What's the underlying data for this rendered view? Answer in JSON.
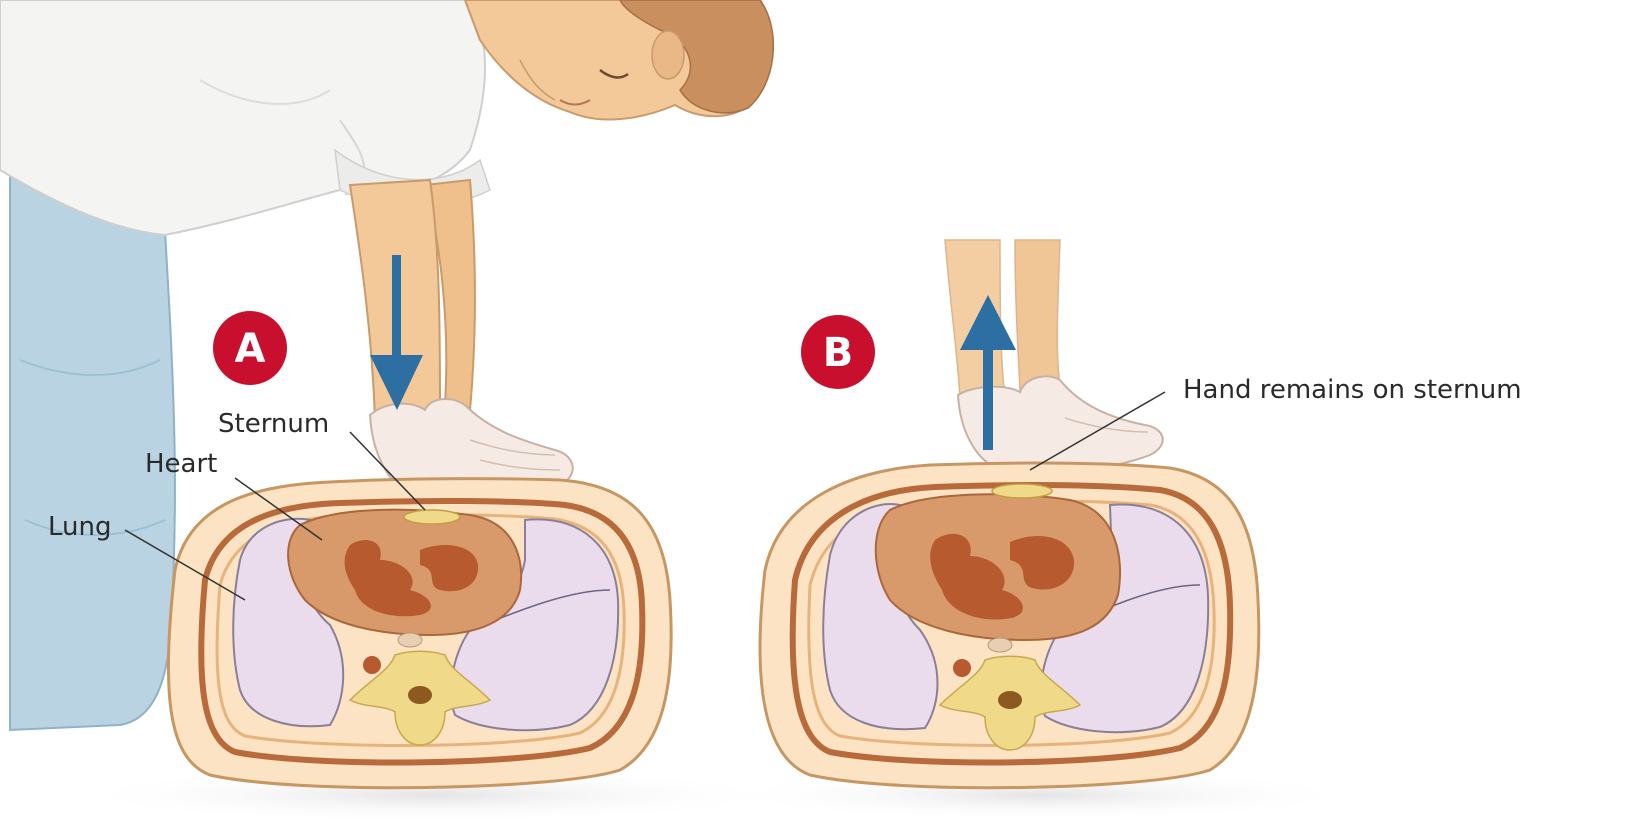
{
  "panels": [
    {
      "badge": "A"
    },
    {
      "badge": "B"
    }
  ],
  "labels": {
    "sternum": "Sternum",
    "heart": "Heart",
    "lung": "Lung",
    "hand_remains": "Hand remains on sternum"
  },
  "colors": {
    "badge_red": "#c8102e",
    "arrow_blue": "#2d6fa3",
    "skin": "#f3c99a",
    "body_fill": "#fbe3c4",
    "lung": "#eadcec",
    "heart": "#d99a6b",
    "heart_chamber": "#b85a2f",
    "spine": "#f1d98a",
    "shirt": "#f4f4f2",
    "pants": "#b9d3e2",
    "hair": "#c98f5f"
  },
  "icons": {
    "down_arrow": "down-arrow-icon",
    "up_arrow": "up-arrow-icon"
  }
}
